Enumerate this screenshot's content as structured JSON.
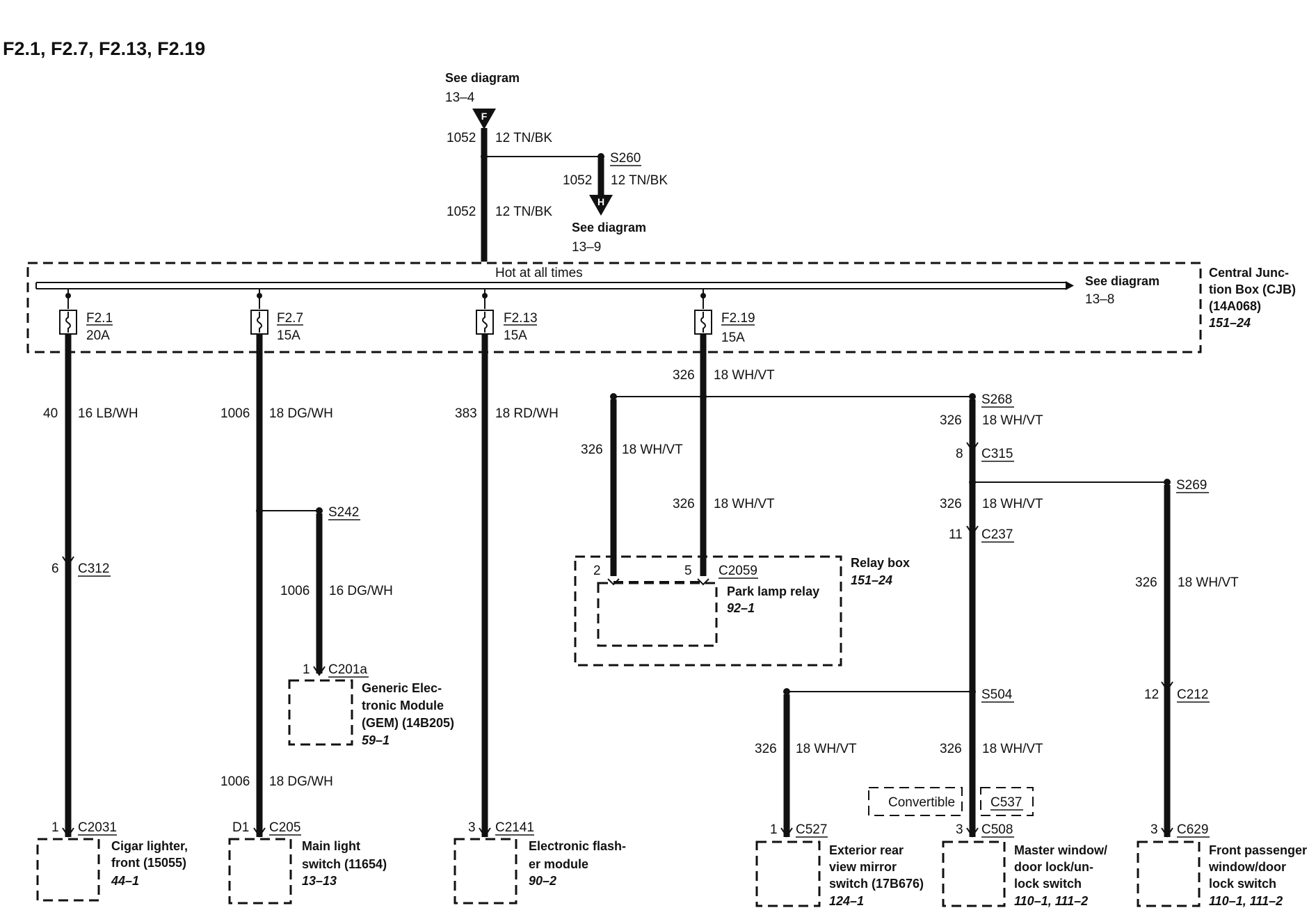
{
  "title": "F2.1, F2.7, F2.13, F2.19",
  "source_top": {
    "see": "See diagram",
    "ref": "13–4",
    "connector": "F",
    "circuit": "1052",
    "wire": "12 TN/BK"
  },
  "trunk": {
    "circuit": "1052",
    "wire": "12 TN/BK"
  },
  "s260": {
    "splice": "S260",
    "circuit": "1052",
    "wire": "12 TN/BK",
    "connector": "H",
    "see": "See diagram",
    "ref": "13–9"
  },
  "cjb": {
    "bus_label": "Hot at all times",
    "see": "See diagram",
    "ref": "13–8",
    "name_lines": [
      "Central Junc-",
      "tion Box (CJB)",
      "(14A068)"
    ],
    "page": "151–24"
  },
  "fuses": [
    {
      "name": "F2.1",
      "rating": "20A"
    },
    {
      "name": "F2.7",
      "rating": "15A"
    },
    {
      "name": "F2.13",
      "rating": "15A"
    },
    {
      "name": "F2.19",
      "rating": "15A"
    }
  ],
  "col_f21": {
    "circuit": "40",
    "wire": "16 LB/WH",
    "pin1": "6",
    "conn1": "C312",
    "pin2": "1",
    "conn2": "C2031",
    "device_lines": [
      "Cigar lighter,",
      "front (15055)"
    ],
    "page": "44–1"
  },
  "col_f27": {
    "circuit": "1006",
    "wire": "18 DG/WH",
    "splice": "S242",
    "branch_circuit": "1006",
    "branch_wire": "16 DG/WH",
    "gem_pin": "1",
    "gem_conn": "C201a",
    "gem_lines": [
      "Generic Elec-",
      "tronic Module",
      "(GEM) (14B205)"
    ],
    "gem_page": "59–1",
    "lower_circuit": "1006",
    "lower_wire": "18 DG/WH",
    "pin": "D1",
    "conn": "C205",
    "device_lines": [
      "Main light",
      "switch (11654)"
    ],
    "page": "13–13"
  },
  "col_f213": {
    "circuit": "383",
    "wire": "18 RD/WH",
    "pin": "3",
    "conn": "C2141",
    "device_lines": [
      "Electronic flash-",
      "er module"
    ],
    "page": "90–2"
  },
  "col_f219": {
    "circuit": "326",
    "wire": "18 WH/VT",
    "relay_circuit_a": "326",
    "relay_wire_a": "18 WH/VT",
    "relay_circuit_b": "326",
    "relay_wire_b": "18 WH/VT",
    "pin_a": "2",
    "pin_b": "5",
    "relay_conn": "C2059",
    "relay_box": "Relay box",
    "relay_box_page": "151–24",
    "relay_name": "Park lamp relay",
    "relay_page": "92–1",
    "s268": "S268",
    "s268_circuit": "326",
    "s268_wire": "18 WH/VT",
    "c315_pin": "8",
    "c315": "C315",
    "mid_circuit": "326",
    "mid_wire": "18 WH/VT",
    "c237_pin": "11",
    "c237": "C237",
    "s269": "S269",
    "s269_circuit": "326",
    "s269_wire": "18 WH/VT",
    "c212_pin": "12",
    "c212": "C212",
    "s504": "S504",
    "mirror_circuit": "326",
    "mirror_wire": "18 WH/VT",
    "mirror_pin": "1",
    "mirror_conn": "C527",
    "mirror_lines": [
      "Exterior rear",
      "view mirror",
      "switch (17B676)"
    ],
    "mirror_page": "124–1",
    "master_circuit": "326",
    "master_wire": "18 WH/VT",
    "convertible": "Convertible",
    "c537": "C537",
    "master_pin": "3",
    "master_conn": "C508",
    "master_lines": [
      "Master window/",
      "door lock/un-",
      "lock switch"
    ],
    "master_page": "110–1, 111–2",
    "pass_pin": "3",
    "pass_conn": "C629",
    "pass_lines": [
      "Front passenger",
      "window/door",
      "lock switch"
    ],
    "pass_page": "110–1, 111–2"
  }
}
